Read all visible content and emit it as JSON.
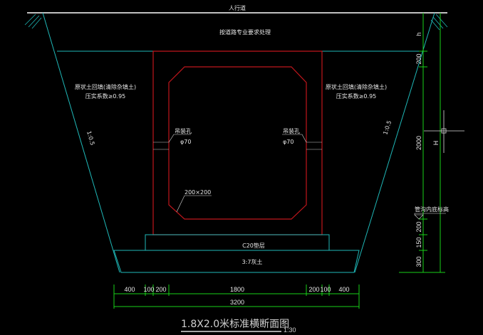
{
  "drawing": {
    "road_label": "人行道",
    "road_treatment": "按道路专业要求处理",
    "backfill_left": {
      "line1": "原状土回填(清除杂填土)",
      "line2": "压实系数≥0.95"
    },
    "backfill_right": {
      "line1": "原状土回填(清除杂填土)",
      "line2": "压实系数≥0.95"
    },
    "slope_left": "1:0.5",
    "slope_right": "1:0.5",
    "lifting_hole_left": {
      "label": "吊装孔",
      "size": "φ70"
    },
    "lifting_hole_right": {
      "label": "吊装孔",
      "size": "φ70"
    },
    "chamfer": "200×200",
    "cushion": "C20垫层",
    "lime_soil": "3:7灰土",
    "invert_label": "管沟内底标高",
    "vertical_dims": [
      "h",
      "200",
      "2000",
      "200",
      "150",
      "300"
    ],
    "vertical_total": "H",
    "horizontal_dims": [
      "400",
      "100",
      "200",
      "1800",
      "200",
      "100",
      "400"
    ],
    "horizontal_total": "3200",
    "title": "1.8X2.0米标准横断面图",
    "scale": "1:30"
  }
}
